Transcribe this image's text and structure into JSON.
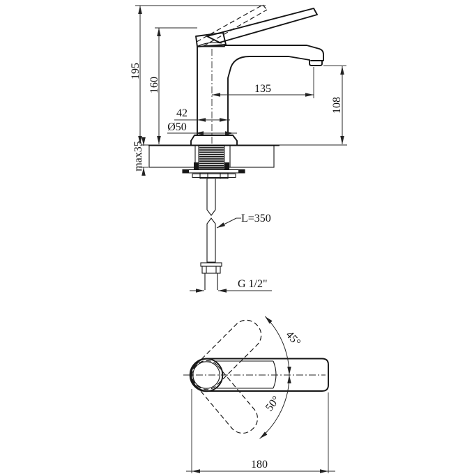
{
  "drawing": {
    "type": "faucet-installation-dimensions",
    "side_view": {
      "height_total": "195",
      "height_body": "160",
      "spout_reach": "135",
      "spout_height": "108",
      "body_width": "42",
      "base_diameter": "Ø50",
      "deck_thickness_max": "max35",
      "hose_length": "L=350",
      "thread_size": "G 1/2\""
    },
    "top_view": {
      "overall_length": "180",
      "handle_swing_up": "45°",
      "handle_swing_down": "50°"
    },
    "colors": {
      "line": "#161616",
      "background": "#ffffff"
    }
  }
}
